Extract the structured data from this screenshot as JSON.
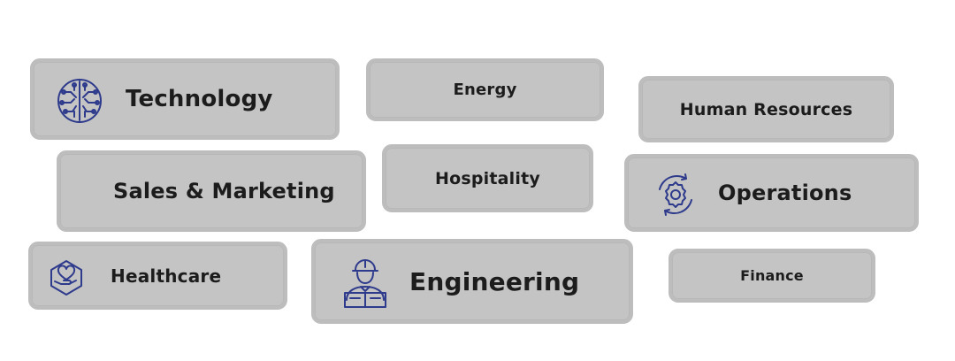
{
  "colors": {
    "tag_background": "#c4c4c4",
    "tag_border": "#bdbdbd",
    "text": "#1c1c1c",
    "icon_stroke": "#2e3a8c"
  },
  "tags": {
    "technology": {
      "label": "Technology",
      "icon": "circuit-brain-icon"
    },
    "energy": {
      "label": "Energy"
    },
    "human_resources": {
      "label": "Human Resources"
    },
    "sales_marketing": {
      "label": "Sales & Marketing"
    },
    "hospitality": {
      "label": "Hospitality"
    },
    "operations": {
      "label": "Operations",
      "icon": "gear-cycle-icon"
    },
    "healthcare": {
      "label": "Healthcare",
      "icon": "heart-hand-icon"
    },
    "engineering": {
      "label": "Engineering",
      "icon": "engineer-icon"
    },
    "finance": {
      "label": "Finance"
    }
  }
}
